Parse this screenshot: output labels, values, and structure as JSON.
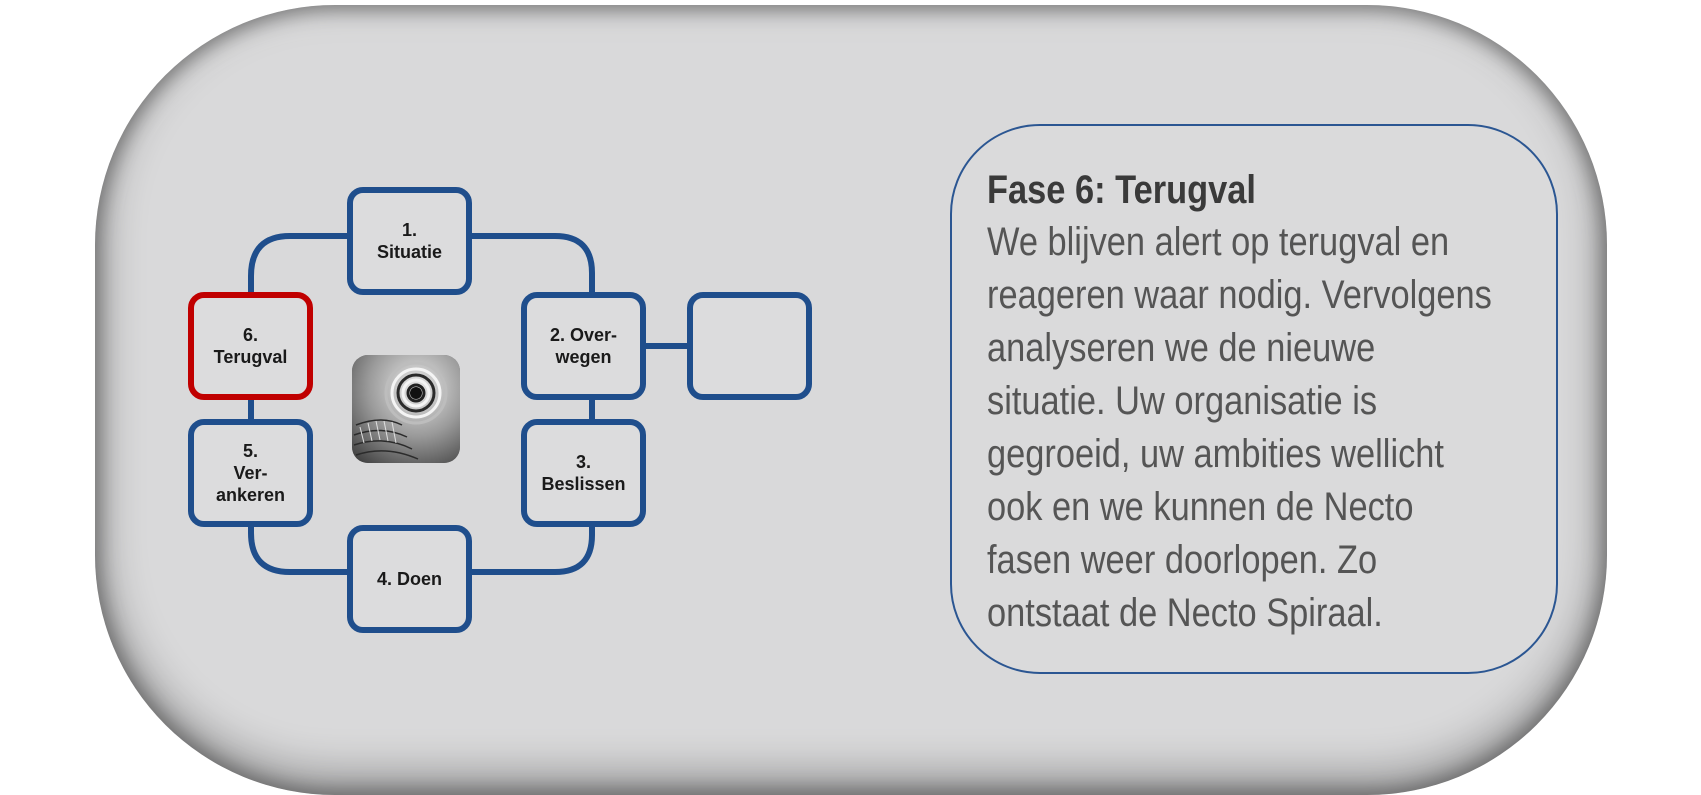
{
  "colors": {
    "panel": "#d9d9da",
    "box_border": "#1f4e8c",
    "active_border": "#c00000",
    "description_border": "#2b5692"
  },
  "phases": {
    "p1": "1.\nSituatie",
    "p2": "2. Over-\nwegen",
    "p3": "3.\nBeslissen",
    "p4": "4. Doen",
    "p5": "5.\nVer-\nankeren",
    "p6": "6.\nTerugval",
    "extra": ""
  },
  "active_phase": "p6",
  "center_image": {
    "icon": "spiral-staircase-photo"
  },
  "description": {
    "title": "Fase 6: Terugval",
    "lines": [
      "We blijven alert op terugval en",
      "reageren waar nodig. Vervolgens",
      "analyseren we de nieuwe",
      "situatie. Uw organisatie is",
      "gegroeid, uw ambities wellicht",
      "ook en we kunnen de Necto",
      "fasen weer doorlopen. Zo",
      "ontstaat de Necto Spiraal."
    ]
  }
}
